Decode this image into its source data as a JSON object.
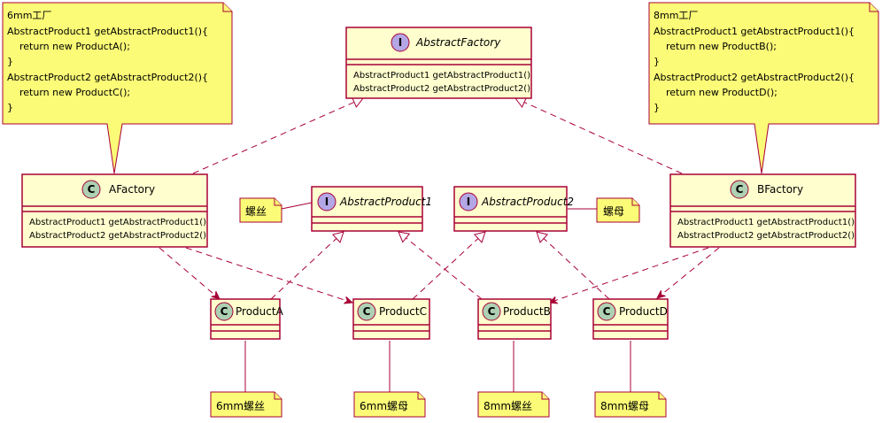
{
  "colors": {
    "box_fill": "#FEFECE",
    "box_border": "#A80036",
    "note_fill": "#FBFB77",
    "note_border": "#A80036",
    "class_circle": "#ADD1B2",
    "interface_circle": "#B4A7E5",
    "arrow": "#A80036"
  },
  "notes": {
    "factory_a": {
      "title": "6mm工厂",
      "lines": [
        "AbstractProduct1 getAbstractProduct1(){",
        "    return new ProductA();",
        "}",
        "AbstractProduct2 getAbstractProduct2(){",
        "    return new ProductC();",
        "}"
      ]
    },
    "factory_b": {
      "title": "8mm工厂",
      "lines": [
        "AbstractProduct1 getAbstractProduct1(){",
        "    return new ProductB();",
        "}",
        "AbstractProduct2 getAbstractProduct2(){",
        "    return new ProductD();",
        "}"
      ]
    },
    "abstract_product1": "螺丝",
    "abstract_product2": "螺母",
    "product_a": "6mm螺丝",
    "product_c": "6mm螺母",
    "product_b": "8mm螺丝",
    "product_d": "8mm螺母"
  },
  "classes": {
    "abstract_factory": {
      "stereotype": "I",
      "name": "AbstractFactory",
      "methods": [
        "AbstractProduct1 getAbstractProduct1()",
        "AbstractProduct2 getAbstractProduct2()"
      ]
    },
    "a_factory": {
      "stereotype": "C",
      "name": "AFactory",
      "methods": [
        "AbstractProduct1 getAbstractProduct1()",
        "AbstractProduct2 getAbstractProduct2()"
      ]
    },
    "b_factory": {
      "stereotype": "C",
      "name": "BFactory",
      "methods": [
        "AbstractProduct1 getAbstractProduct1()",
        "AbstractProduct2 getAbstractProduct2()"
      ]
    },
    "abstract_product1": {
      "stereotype": "I",
      "name": "AbstractProduct1"
    },
    "abstract_product2": {
      "stereotype": "I",
      "name": "AbstractProduct2"
    },
    "product_a": {
      "stereotype": "C",
      "name": "ProductA"
    },
    "product_c": {
      "stereotype": "C",
      "name": "ProductC"
    },
    "product_b": {
      "stereotype": "C",
      "name": "ProductB"
    },
    "product_d": {
      "stereotype": "C",
      "name": "ProductD"
    }
  }
}
